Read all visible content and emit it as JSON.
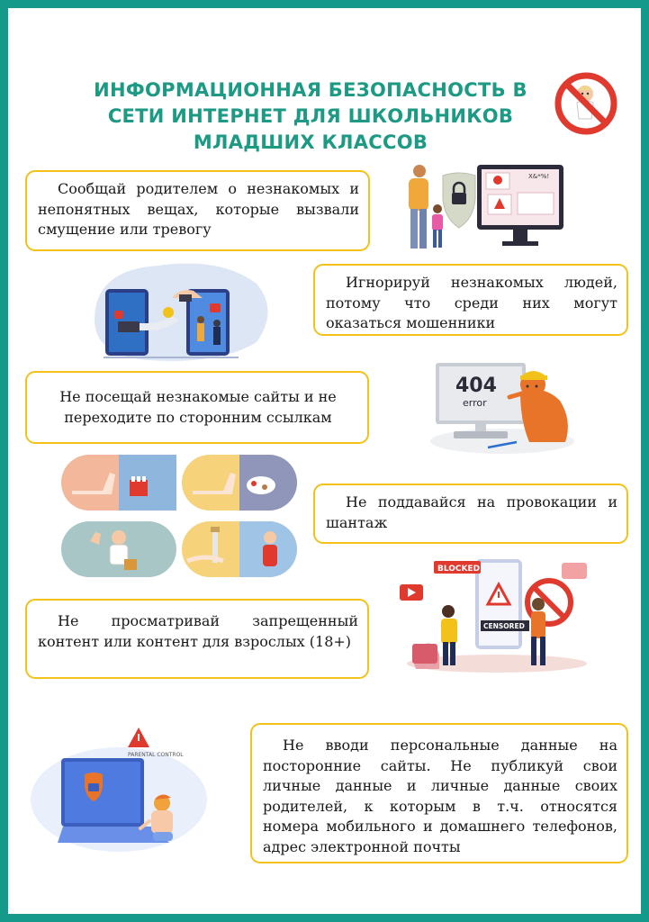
{
  "title": {
    "line1": "ИНФОРМАЦИОННАЯ БЕЗОПАСНОСТЬ В",
    "line2": "СЕТИ ИНТЕРНЕТ ДЛЯ ШКОЛЬНИКОВ",
    "line3": "МЛАДШИХ КЛАССОВ"
  },
  "tips": [
    {
      "text": "Сообщай родителем о  незнакомых и непонятных вещах, которые вызвали смущение или тревогу"
    },
    {
      "text": "Игнорируй незнакомых людей, потому что среди них могут оказаться мошенники"
    },
    {
      "text": "Не посещай незнакомые сайты и не переходите по сторонним ссылкам"
    },
    {
      "text": "Не поддавайся на провокации и шантаж"
    },
    {
      "text": "Не просматривай запрещенный контент или контент для взрослых (18+)"
    },
    {
      "text": "Не вводи персональные данные на посторонние сайты. Не публикуй свои личные данные и личные данные своих родителей, к которым в т.ч. относятся номера мобильного и домашнего телефонов, адрес электронной  почты"
    }
  ],
  "illustration_labels": {
    "error_code": "404",
    "error_word": "error",
    "blocked": "BLOCKED",
    "censored": "CENSORED",
    "parental_control": "PARENTAL CONTROL",
    "curse": "X&*%!"
  },
  "colors": {
    "frame": "#14998a",
    "title": "#1c9a84",
    "box_border": "#f2c21b",
    "prohibit_red": "#e03a2f"
  }
}
